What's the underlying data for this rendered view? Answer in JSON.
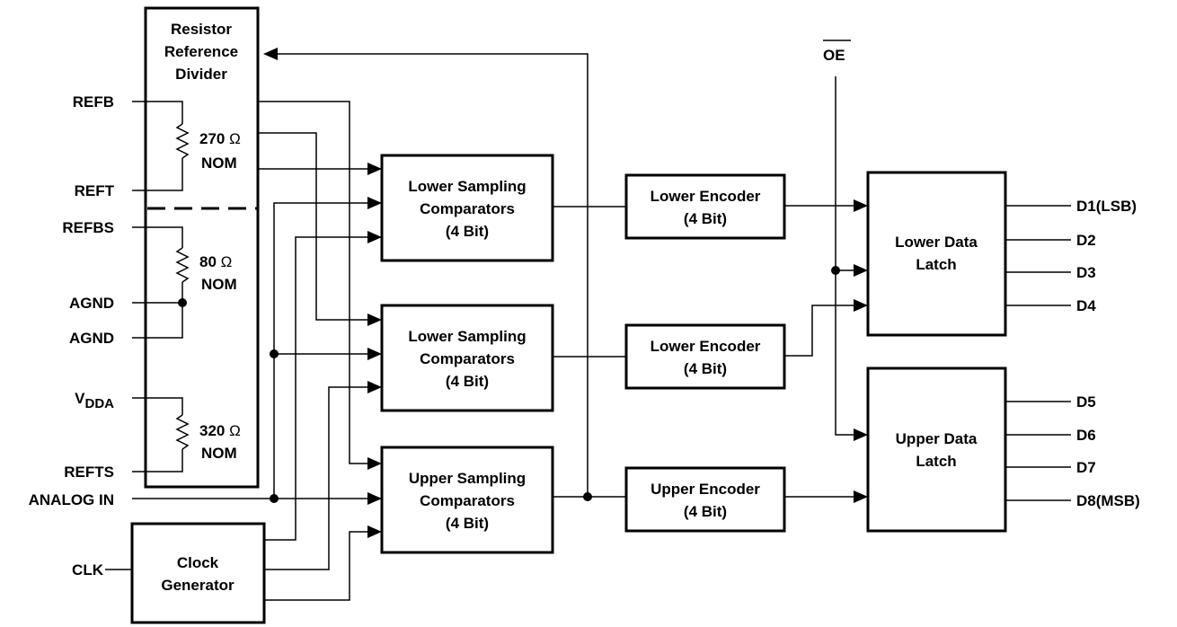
{
  "blocks": {
    "resistor_divider": [
      "Resistor",
      "Reference",
      "Divider"
    ],
    "lower_sampling_1": [
      "Lower Sampling",
      "Comparators",
      "(4 Bit)"
    ],
    "lower_sampling_2": [
      "Lower Sampling",
      "Comparators",
      "(4 Bit)"
    ],
    "upper_sampling": [
      "Upper Sampling",
      "Comparators",
      "(4 Bit)"
    ],
    "lower_encoder_1": [
      "Lower Encoder",
      "(4 Bit)"
    ],
    "lower_encoder_2": [
      "Lower Encoder",
      "(4 Bit)"
    ],
    "upper_encoder": [
      "Upper Encoder",
      "(4 Bit)"
    ],
    "lower_latch": [
      "Lower Data",
      "Latch"
    ],
    "upper_latch": [
      "Upper Data",
      "Latch"
    ],
    "clock_generator": [
      "Clock",
      "Generator"
    ]
  },
  "resistors": {
    "r1": {
      "value": "270",
      "unit": "Ω",
      "note": "NOM"
    },
    "r2": {
      "value": "80",
      "unit": "Ω",
      "note": "NOM"
    },
    "r3": {
      "value": "320",
      "unit": "Ω",
      "note": "NOM"
    }
  },
  "pins_left": {
    "refb": "REFB",
    "reft": "REFT",
    "refbs": "REFBS",
    "agnd1": "AGND",
    "agnd2": "AGND",
    "vdda_main": "V",
    "vdda_sub": "DDA",
    "refts": "REFTS",
    "analog_in": "ANALOG IN",
    "clk": "CLK"
  },
  "oe": "OE",
  "outputs": [
    "D1(LSB)",
    "D2",
    "D3",
    "D4",
    "D5",
    "D6",
    "D7",
    "D8(MSB)"
  ]
}
